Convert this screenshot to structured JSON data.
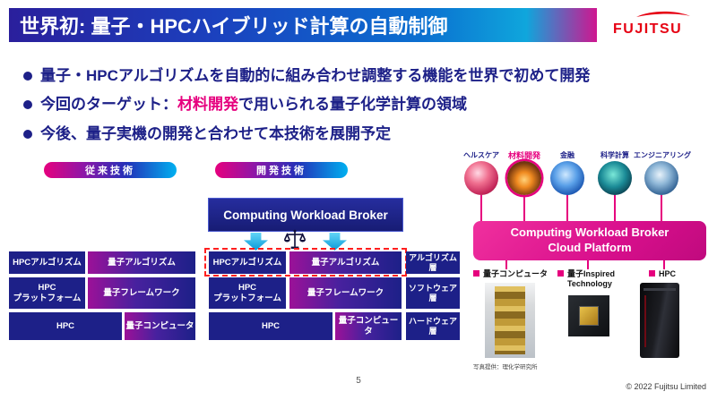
{
  "colors": {
    "navy": "#1d2088",
    "magenta": "#e6007e",
    "cyan": "#00b0f0",
    "fujitsu_red": "#e60012",
    "dashed_red": "#ff1f1f"
  },
  "header": {
    "title": "世界初: 量子・HPCハイブリッド計算の自動制御",
    "brand": "FUJITSU"
  },
  "bullets": {
    "b1": "量子・HPCアルゴリズムを自動的に組み合わせ調整する機能を世界で初めて開発",
    "b2_prefix": "今回のターゲット：",
    "b2_highlight": "材料開発",
    "b2_suffix": "で用いられる量子化学計算の領域",
    "b3": "今後、量子実機の開発と合わせて本技術を展開予定"
  },
  "legacy": {
    "title": "従来技術",
    "rows": [
      [
        "HPCアルゴリズム",
        "量子アルゴリズム"
      ],
      [
        "HPC\nプラットフォーム",
        "量子フレームワーク"
      ],
      [
        "HPC",
        "量子コンピュータ"
      ]
    ]
  },
  "developed": {
    "title": "開発技術",
    "broker": "Computing Workload Broker",
    "rows": [
      [
        "HPCアルゴリズム",
        "量子アルゴリズム"
      ],
      [
        "HPC\nプラットフォーム",
        "量子フレームワーク"
      ],
      [
        "HPC",
        "量子コンピュータ"
      ]
    ]
  },
  "layers": [
    "アルゴリズム層",
    "ソフトウェア層",
    "ハードウェア層"
  ],
  "right": {
    "domains": [
      {
        "label": "ヘルスケア"
      },
      {
        "label": "材料開発"
      },
      {
        "label": "金融"
      },
      {
        "label": "科学計算"
      },
      {
        "label": "エンジニアリング"
      }
    ],
    "platform": "Computing Workload Broker\nCloud Platform",
    "products": [
      {
        "label": "量子コンピュータ"
      },
      {
        "label": "量子Inspired\nTechnology"
      },
      {
        "label": "HPC"
      }
    ],
    "photo_credit": "写真提供：理化学研究所"
  },
  "footer": {
    "page": "5",
    "copyright": "© 2022 Fujitsu Limited"
  }
}
